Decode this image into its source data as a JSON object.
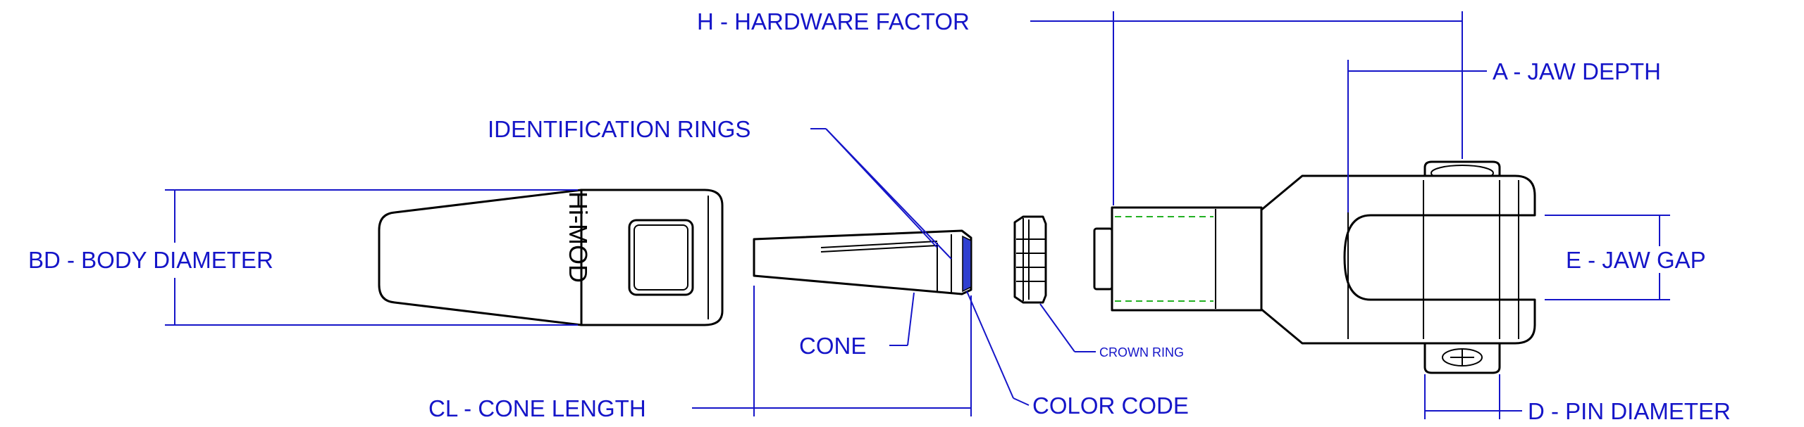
{
  "labels": {
    "hardware_factor": "H - HARDWARE FACTOR",
    "jaw_depth": "A - JAW DEPTH",
    "identification_rings": "IDENTIFICATION RINGS",
    "body_diameter": "BD - BODY DIAMETER",
    "jaw_gap": "E - JAW GAP",
    "cone": "CONE",
    "crown_ring": "CROWN RING",
    "cone_length": "CL - CONE LENGTH",
    "color_code": "COLOR CODE",
    "pin_diameter": "D - PIN DIAMETER"
  },
  "brand": "Hi-MOD",
  "colors": {
    "dimension": "#1515c8",
    "color_code": "#2f3fd0",
    "thread": "#22b022",
    "outline": "#000000"
  }
}
